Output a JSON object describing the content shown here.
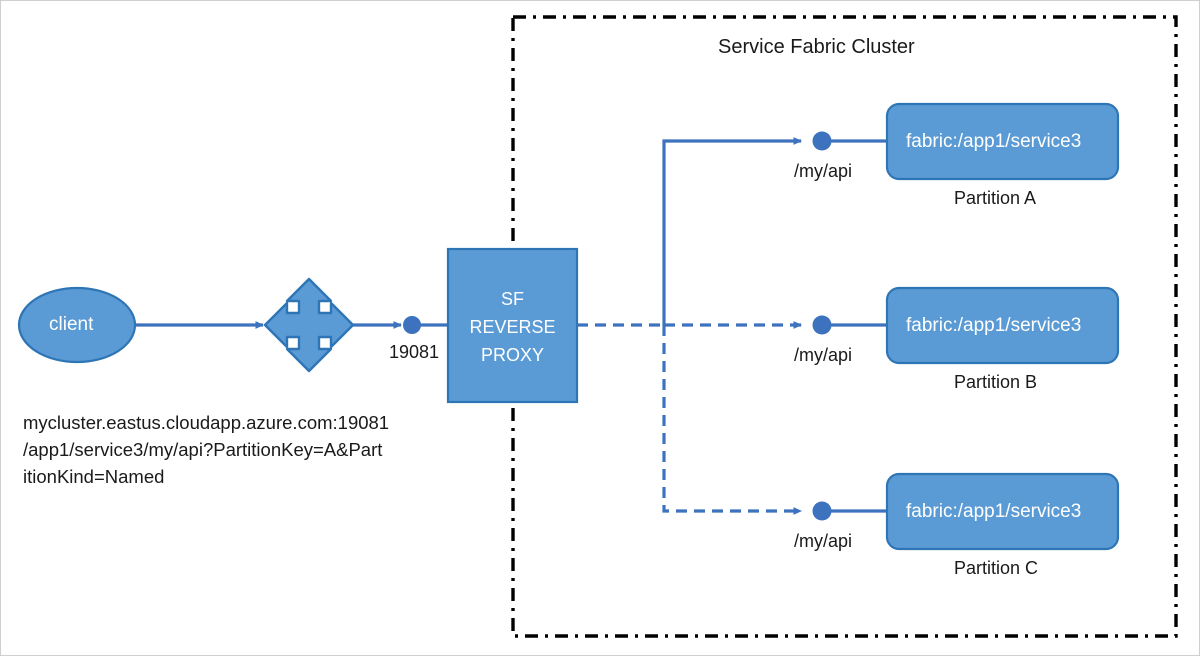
{
  "diagram": {
    "title": "Service Fabric reverse proxy partition routing",
    "colors": {
      "node_fill": "#5B9BD5",
      "node_stroke": "#2E75B6",
      "connector": "#3C72BE",
      "cluster_border": "#000000",
      "text_dark": "#1A1A1A",
      "text_light": "#FFFFFF",
      "canvas_border": "#CFCFCF"
    },
    "cluster": {
      "label": "Service Fabric Cluster",
      "border_style": "dash-dot"
    },
    "client": {
      "label": "client"
    },
    "load_balancer": {
      "icon": "four-way-arrow-icon"
    },
    "port_endpoint": {
      "label": "19081"
    },
    "reverse_proxy": {
      "line1": "SF",
      "line2": "REVERSE",
      "line3": "PROXY"
    },
    "request_url": {
      "line1": "mycluster.eastus.cloudapp.azure.com:19081",
      "line2": "/app1/service3/my/api?PartitionKey=A&Part",
      "line3": "itionKind=Named"
    },
    "partitions": [
      {
        "service_name": "fabric:/app1/service3",
        "partition_label": "Partition A",
        "endpoint_path": "/my/api",
        "route_style": "solid"
      },
      {
        "service_name": "fabric:/app1/service3",
        "partition_label": "Partition B",
        "endpoint_path": "/my/api",
        "route_style": "dashed"
      },
      {
        "service_name": "fabric:/app1/service3",
        "partition_label": "Partition C",
        "endpoint_path": "/my/api",
        "route_style": "dashed"
      }
    ]
  }
}
